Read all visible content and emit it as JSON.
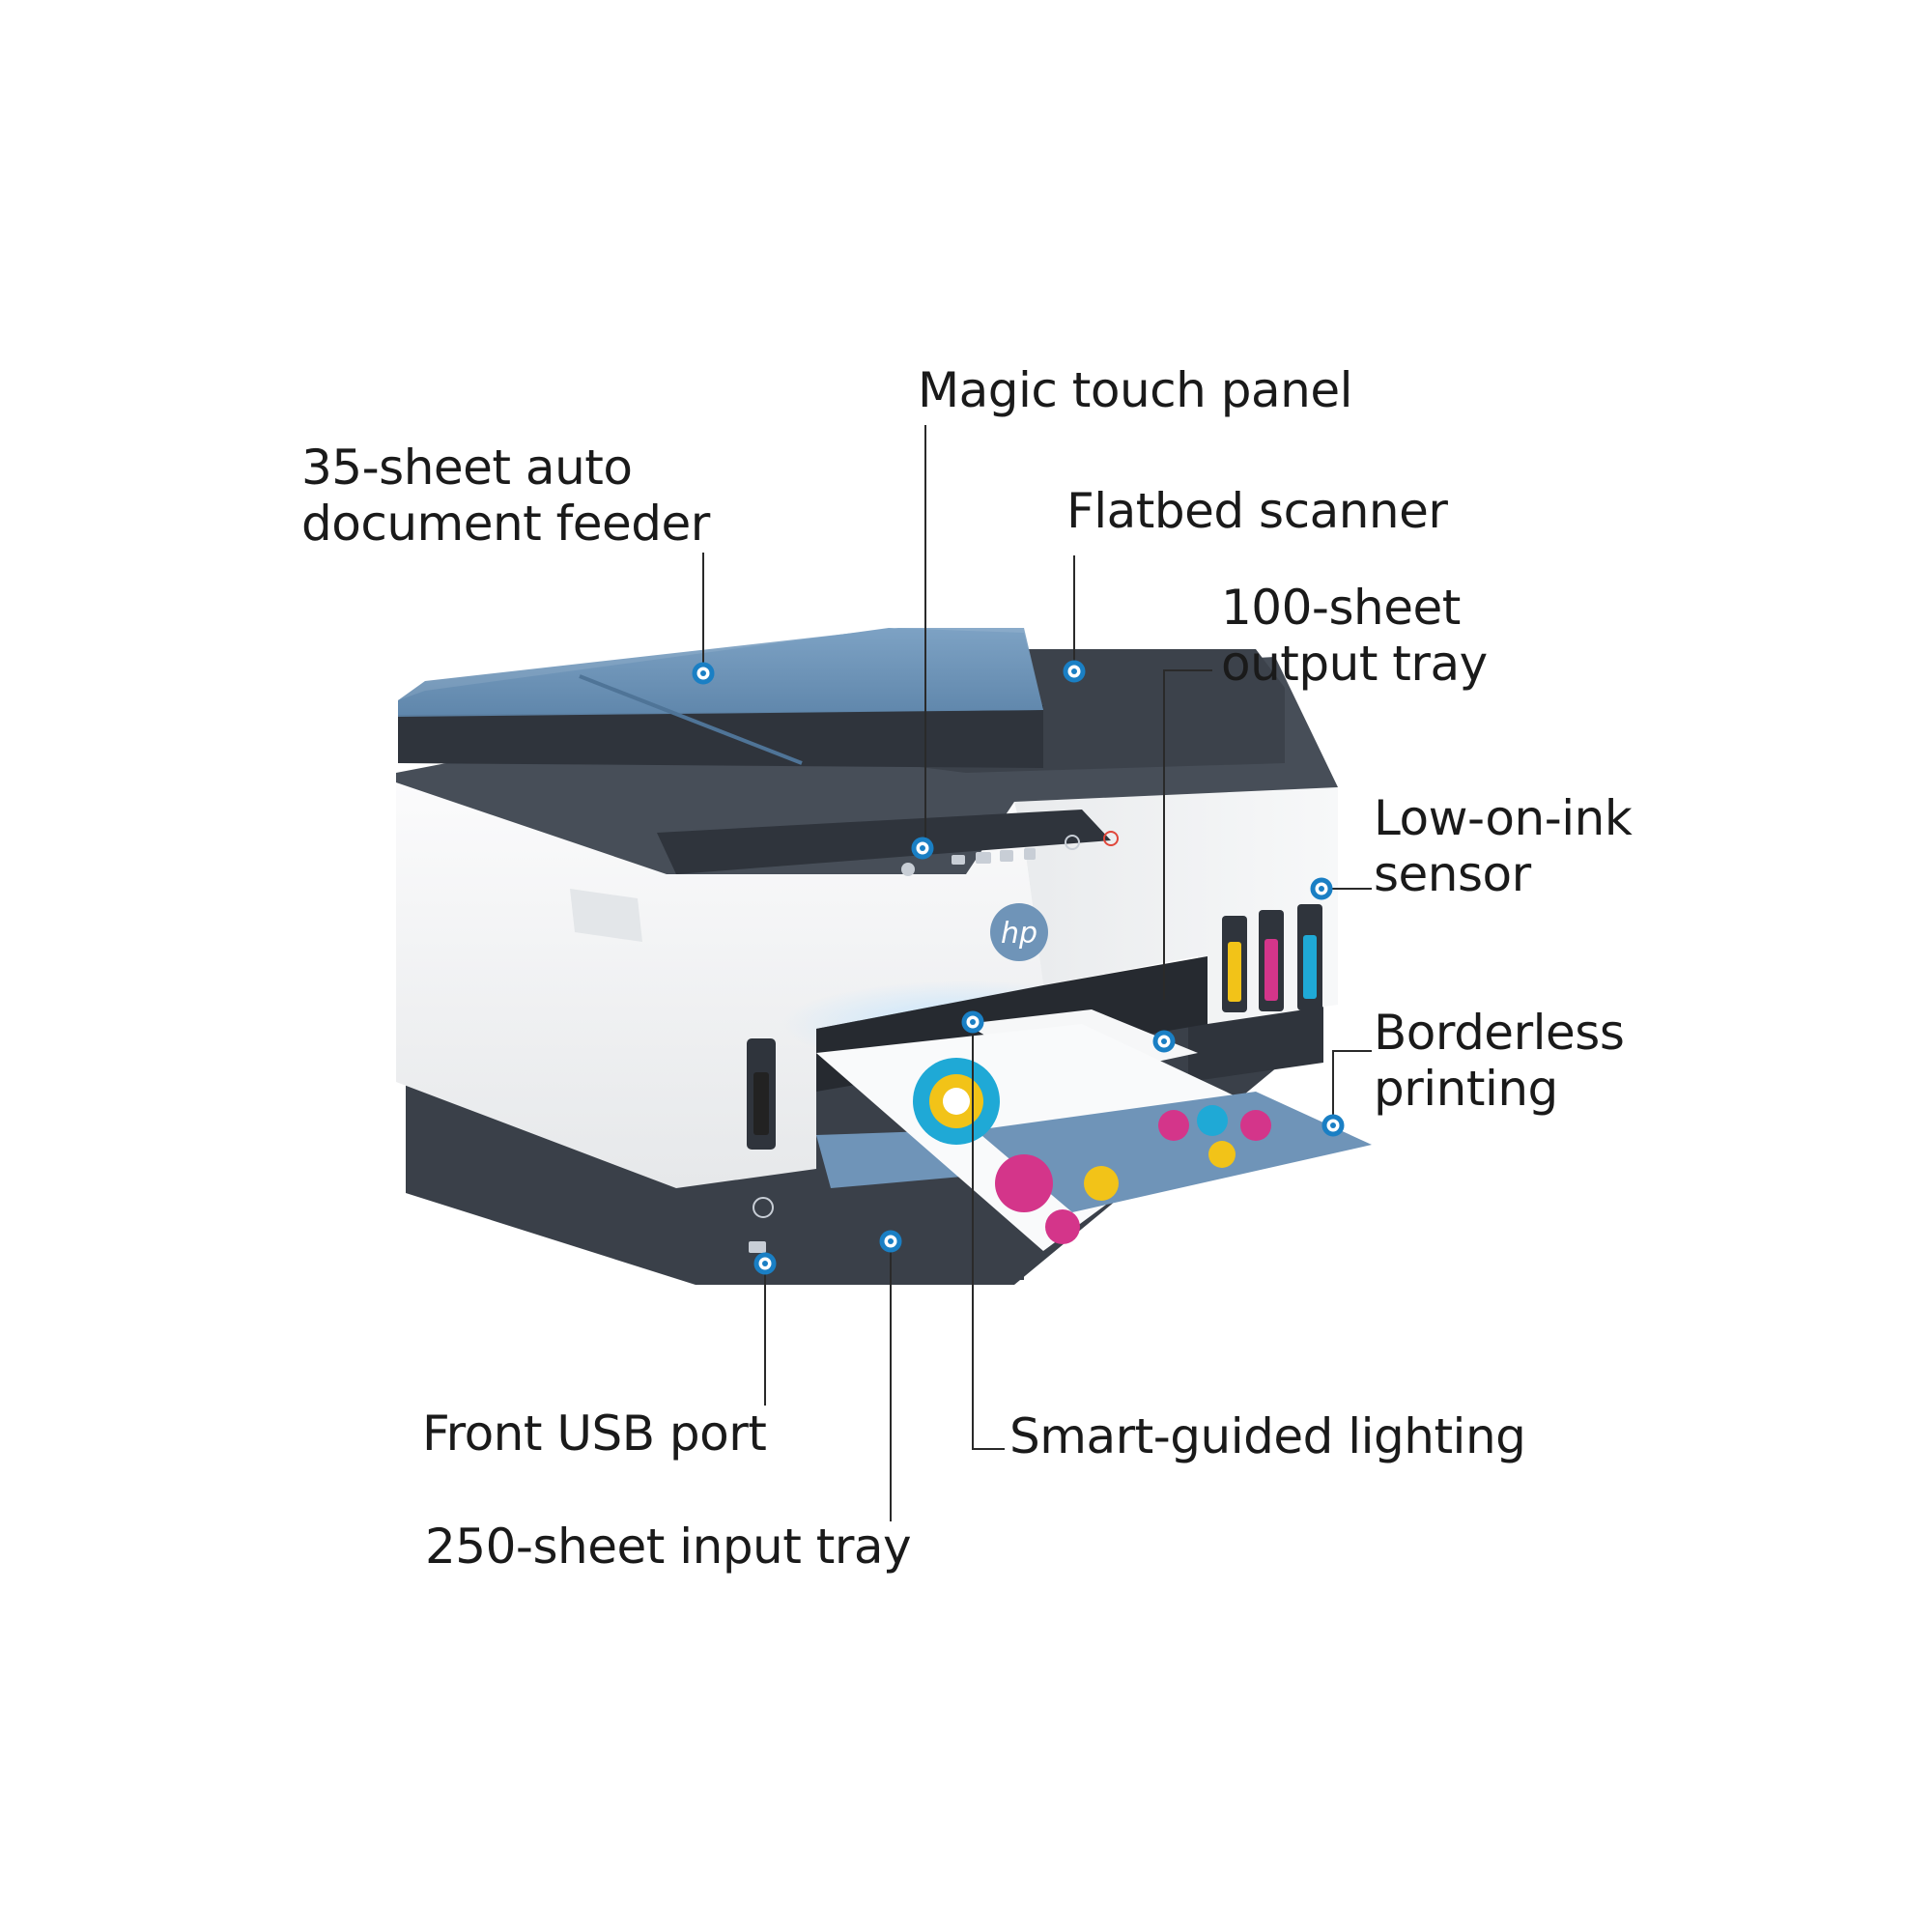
{
  "colors": {
    "callout": "#1a7fc4",
    "leader": "#2a2a2a",
    "body_white": "#f4f5f6",
    "body_dark": "#3a4049",
    "adf_blue": "#6f94b8",
    "ink_cyan": "#1fa9d6",
    "ink_magenta": "#d4358a",
    "ink_yellow": "#f2c318",
    "ink_black": "#222222"
  },
  "logo": {
    "text": "hp"
  },
  "callouts": {
    "adf": {
      "lines": [
        "35-sheet auto",
        "document feeder"
      ]
    },
    "panel": {
      "lines": [
        "Magic touch panel"
      ]
    },
    "flatbed": {
      "lines": [
        "Flatbed scanner"
      ]
    },
    "output": {
      "lines": [
        "100-sheet",
        "output tray"
      ]
    },
    "ink": {
      "lines": [
        "Low-on-ink",
        "sensor"
      ]
    },
    "borderless": {
      "lines": [
        "Borderless",
        "printing"
      ]
    },
    "usb": {
      "lines": [
        "Front USB port"
      ]
    },
    "lighting": {
      "lines": [
        "Smart-guided lighting"
      ]
    },
    "input": {
      "lines": [
        "250-sheet input tray"
      ]
    }
  }
}
